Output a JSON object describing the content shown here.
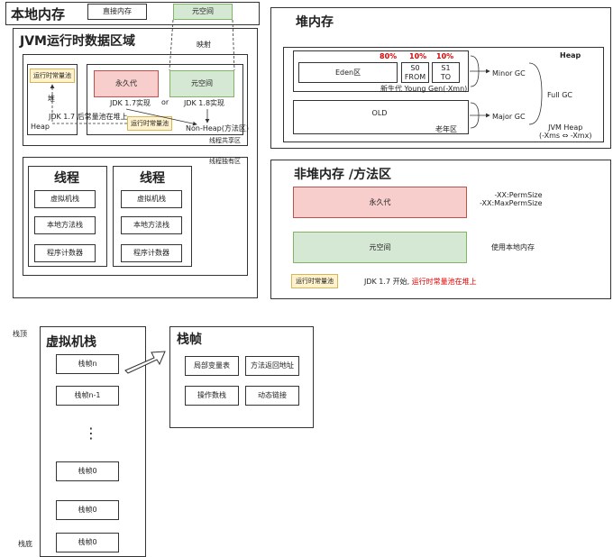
{
  "native": {
    "title": "本地内存",
    "direct": "直接内存",
    "metaspace": "元空间"
  },
  "jvm": {
    "title": "JVM运行时数据区域",
    "mapping": "映射",
    "runtime_pool": "运行时常量池",
    "heap_word": "堆",
    "heap_label": "Heap",
    "permgen": "永久代",
    "permgen_impl": "JDK 1.7实现",
    "or": "or",
    "metaspace": "元空间",
    "metaspace_impl": "JDK 1.8实现",
    "jdk17_note": "JDK 1.7 后常量池在堆上",
    "runtime_pool2": "运行时常量池",
    "nonheap": "Non-Heap(方法区)",
    "shared": "线程共享区",
    "private": "线程独有区",
    "threads": [
      {
        "title": "线程",
        "items": [
          "虚拟机栈",
          "本地方法栈",
          "程序计数器"
        ]
      },
      {
        "title": "线程",
        "items": [
          "虚拟机栈",
          "本地方法栈",
          "程序计数器"
        ]
      }
    ]
  },
  "heap": {
    "title": "堆内存",
    "heap_label": "Heap",
    "eden": "Eden区",
    "pct_eden": "80%",
    "pct_s0": "10%",
    "pct_s1": "10%",
    "s0": "S0\nFROM",
    "s1": "S1\nTO",
    "young": "新生代 Young Gen(-Xmn)",
    "old": "OLD",
    "old_label": "老年区",
    "minor_gc": "Minor GC",
    "major_gc": "Major GC",
    "full_gc": "Full GC",
    "jvm_heap": "JVM Heap\n(-Xms ⇔ -Xmx)"
  },
  "nonheap": {
    "title": "非堆内存 /方法区",
    "permgen": "永久代",
    "perm_params": "-XX:PermSize\n-XX:MaxPermSize",
    "metaspace": "元空间",
    "meta_note": "使用本地内存",
    "runtime_pool": "运行时常量池",
    "jdk_note_a": "JDK 1.7 开始, ",
    "jdk_note_b": "运行时常量池在堆上"
  },
  "stack": {
    "top": "栈顶",
    "bottom": "栈底",
    "title": "虚拟机栈",
    "frames": [
      "栈帧n",
      "栈帧n-1",
      "栈帧0",
      "栈帧0",
      "栈帧0"
    ],
    "dots": "⋮"
  },
  "frame": {
    "title": "栈帧",
    "items": [
      "局部变量表",
      "方法返回地址",
      "操作数栈",
      "动态链接"
    ]
  },
  "colors": {
    "pink": "#f8cecc",
    "green": "#d5e8d4",
    "yellow": "#fff2cc",
    "red": "#e00000"
  }
}
